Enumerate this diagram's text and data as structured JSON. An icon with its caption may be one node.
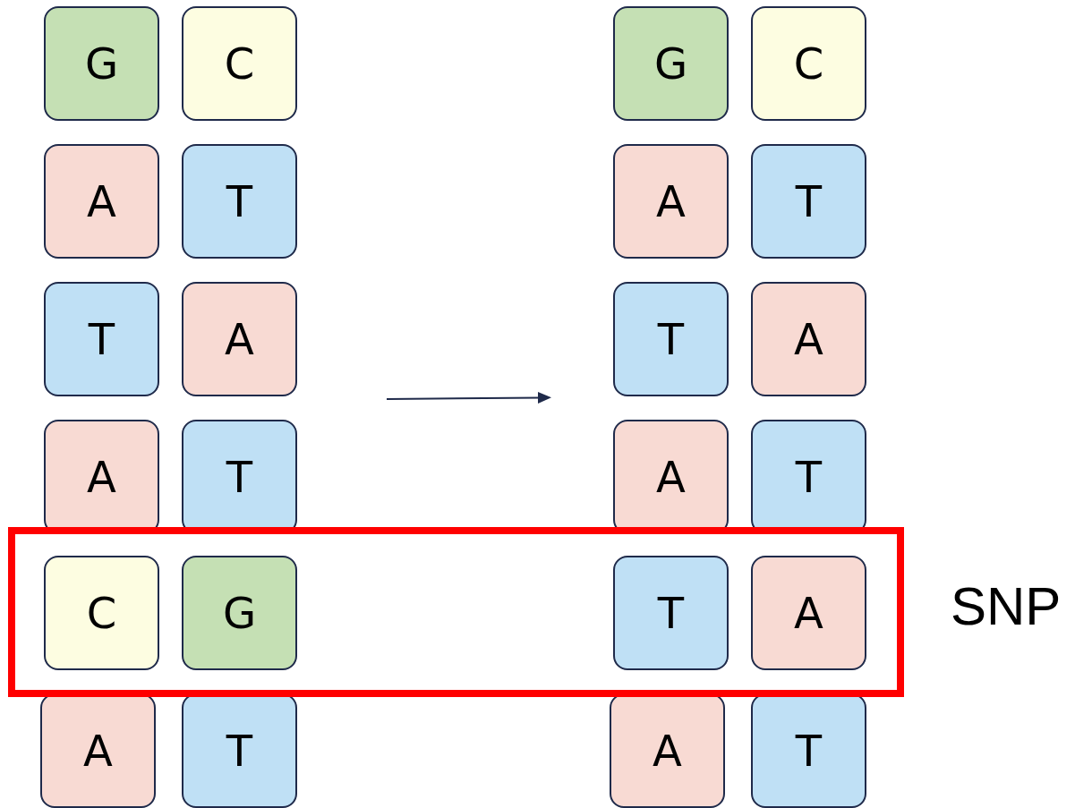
{
  "diagram": {
    "nodes": [
      {
        "text": [
          "G"
        ]
      },
      {
        "text": [
          "C"
        ]
      },
      {
        "text": [
          "G"
        ]
      },
      {
        "text": [
          "C"
        ]
      },
      {
        "text": [
          "A"
        ]
      },
      {
        "text": [
          "T"
        ]
      },
      {
        "text": [
          "A"
        ]
      },
      {
        "text": [
          "T"
        ]
      },
      {
        "text": [
          "T"
        ]
      },
      {
        "text": [
          "A"
        ]
      },
      {
        "text": [
          "T"
        ]
      },
      {
        "text": [
          "A"
        ]
      },
      {
        "text": [
          "A"
        ]
      },
      {
        "text": [
          "T"
        ]
      },
      {
        "text": [
          "A"
        ]
      },
      {
        "text": [
          "T"
        ]
      },
      {
        "text": [],
        "shape": "box",
        "beside": [
          "SNP"
        ]
      },
      {
        "text": [
          "C"
        ],
        "in": 16
      },
      {
        "text": [
          "G"
        ],
        "in": 16
      },
      {
        "text": [
          "T"
        ],
        "in": 16
      },
      {
        "text": [
          "A"
        ],
        "in": 16
      },
      {
        "text": [
          "A"
        ]
      },
      {
        "text": [
          "T"
        ]
      },
      {
        "text": [
          "A"
        ]
      },
      {
        "text": [
          "T"
        ]
      }
    ]
  }
}
